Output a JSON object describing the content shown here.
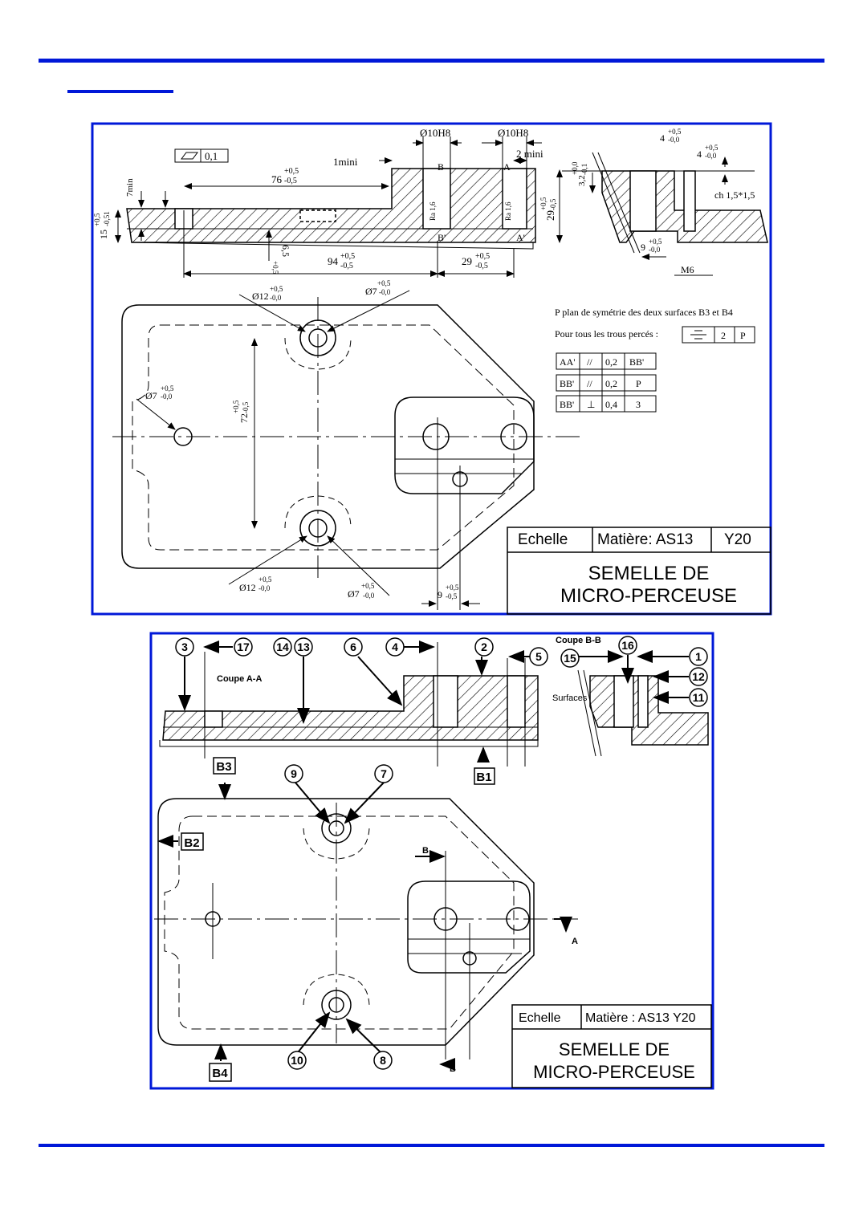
{
  "colors": {
    "frame": "#0018d8",
    "ink": "#000000",
    "paper": "#ffffff"
  },
  "drawing1": {
    "title_line1": "SEMELLE DE",
    "title_line2": "MICRO-PERCEUSE",
    "scale_label": "Echelle",
    "material_label": "Matière: AS13",
    "material_code": "Y20",
    "flatness_value": "0,1",
    "dims": {
      "bore_a": "Ø10H8",
      "bore_b": "Ø10H8",
      "two_mini": "2 mini",
      "one_mini": "1mini",
      "seven_min": "7min",
      "len76": "76",
      "tol_p05": "+0,5",
      "tol_m05": "-0,5",
      "tol_00": "-0,0",
      "tol_p00": "+0,0",
      "tol_m05b": "-0,51",
      "fifteen": "15",
      "six5": "6,5",
      "len94": "94",
      "len29": "29",
      "h29": "29",
      "four_a": "4",
      "four_b": "4",
      "three2": "3,2",
      "tol_m01": "-0,1",
      "chamfer": "ch 1,5*1,5",
      "nine": "9",
      "m6": "M6",
      "d12_top": "Ø12",
      "d7_top": "Ø7",
      "d7_left": "Ø7",
      "h72": "72",
      "d12_bot": "Ø12",
      "d7_bot": "Ø7",
      "nine_bot": "9",
      "ra": "Ra 1,6",
      "ra2": "Ra 1,6"
    },
    "refs": {
      "A": "A",
      "B": "B",
      "A_prime": "A'",
      "B_prime": "B'"
    },
    "note1": "P plan de symétrie des deux surfaces B3 et B4",
    "note2": "Pour tous les trous percés :",
    "sym_tol": {
      "value": "2",
      "datum": "P"
    },
    "tol_table": [
      {
        "ref": "AA'",
        "symbol": "//",
        "value": "0,2",
        "datum": "BB'"
      },
      {
        "ref": "BB'",
        "symbol": "//",
        "value": "0,2",
        "datum": "P"
      },
      {
        "ref": "BB'",
        "symbol": "⊥",
        "value": "0,4",
        "datum": "3"
      }
    ]
  },
  "drawing2": {
    "title_line1": "SEMELLE DE",
    "title_line2": "MICRO-PERCEUSE",
    "scale_label": "Echelle",
    "material_label": "Matière : AS13 Y20",
    "section_aa": "Coupe A-A",
    "section_bb": "Coupe B-B",
    "surfaces_label": "Surfaces",
    "surface_tags": [
      "B1",
      "B2",
      "B3",
      "B4"
    ],
    "section_marks": {
      "A": "A",
      "B_top": "B",
      "B_bottom": "B"
    },
    "balloons": [
      "1",
      "2",
      "3",
      "4",
      "5",
      "6",
      "7",
      "8",
      "9",
      "10",
      "11",
      "12",
      "13",
      "14",
      "15",
      "16",
      "17"
    ]
  }
}
